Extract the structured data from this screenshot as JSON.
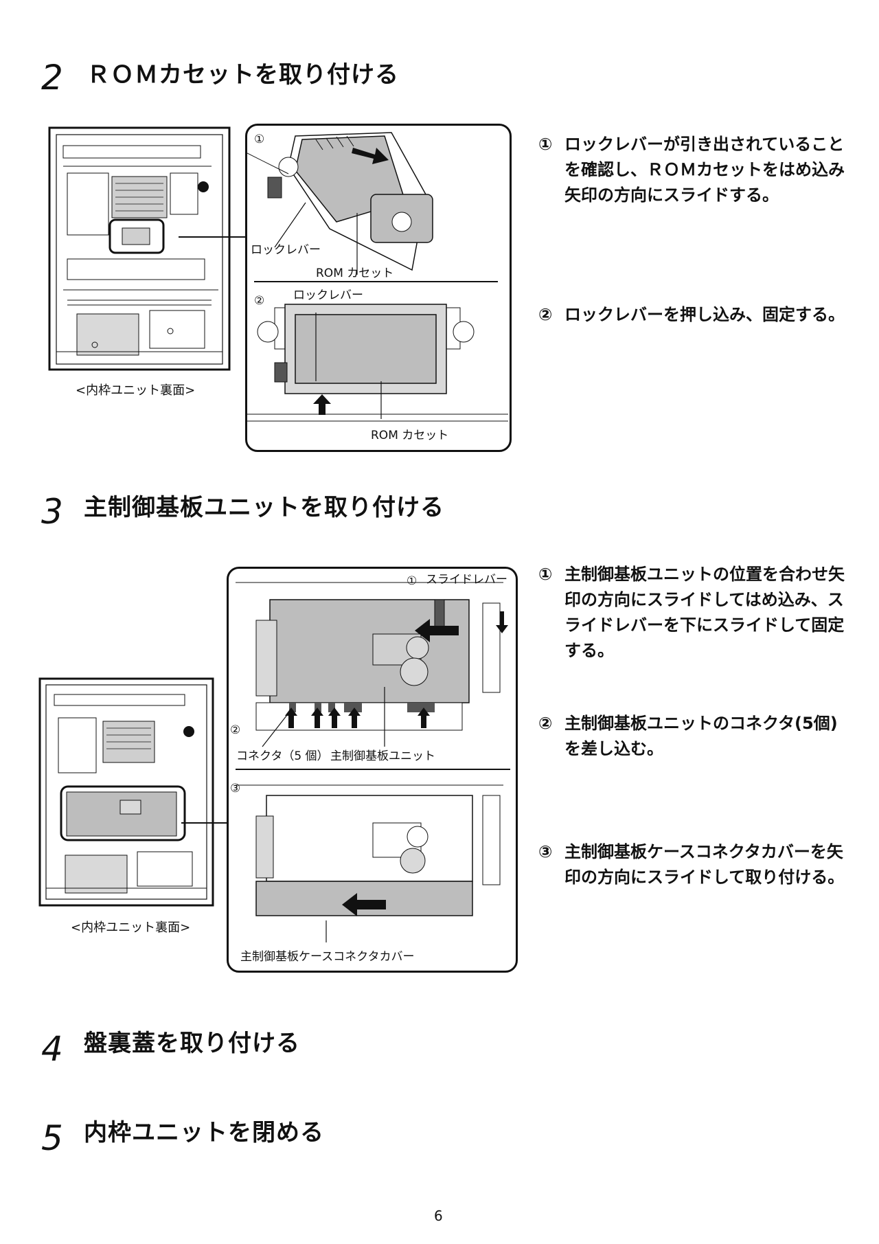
{
  "step2": {
    "number": "2",
    "title": "ＲＯＭカセットを取り付ける",
    "figure_caption": "<内枠ユニット裏面>",
    "panel1": {
      "marker": "①",
      "label_lever": "ロックレバー",
      "label_rom": "ROM カセット"
    },
    "panel2": {
      "marker": "②",
      "label_lever": "ロックレバー",
      "label_rom": "ROM カセット"
    },
    "instructions": [
      {
        "marker": "①",
        "text": "ロックレバーが引き出されていることを確認し、ＲＯＭカセットをはめ込み矢印の方向にスライドする。"
      },
      {
        "marker": "②",
        "text": "ロックレバーを押し込み、固定する。"
      }
    ]
  },
  "step3": {
    "number": "3",
    "title": "主制御基板ユニットを取り付ける",
    "figure_caption": "<内枠ユニット裏面>",
    "panel1": {
      "marker_1": "①",
      "label_slide": "スライドレバー",
      "marker_2": "②",
      "label_connector": "コネクタ（5 個）",
      "label_unit": "主制御基板ユニット"
    },
    "panel2": {
      "marker": "③",
      "label_cover": "主制御基板ケースコネクタカバー"
    },
    "instructions": [
      {
        "marker": "①",
        "text": "主制御基板ユニットの位置を合わせ矢印の方向にスライドしてはめ込み、スライドレバーを下にスライドして固定する。"
      },
      {
        "marker": "②",
        "text": "主制御基板ユニットのコネクタ(5個)を差し込む。"
      },
      {
        "marker": "③",
        "text": "主制御基板ケースコネクタカバーを矢印の方向にスライドして取り付ける。"
      }
    ]
  },
  "step4": {
    "number": "4",
    "title": "盤裏蓋を取り付ける"
  },
  "step5": {
    "number": "5",
    "title": "内枠ユニットを閉める"
  },
  "page_number": "6",
  "colors": {
    "ink": "#111111",
    "gray_fill": "#bdbdbd",
    "light_gray": "#d9d9d9"
  }
}
